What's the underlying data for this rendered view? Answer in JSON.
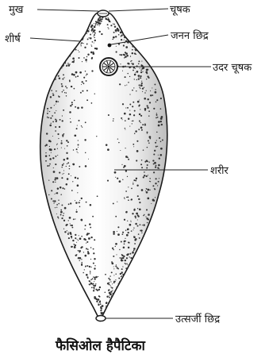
{
  "labels": {
    "mouth": "मुख",
    "sucker": "चूषक",
    "genital_pore": "जनन छिद्र",
    "head": "शीर्ष",
    "ventral_sucker": "उदर चूषक",
    "body": "शरीर",
    "excretory_pore": "उत्सर्जी छिद्र"
  },
  "caption": "फैसिओल हैपैटिका",
  "colors": {
    "outline": "#1a1a1a",
    "body_fill": "#f2f2f2",
    "stipple": "#333333"
  }
}
